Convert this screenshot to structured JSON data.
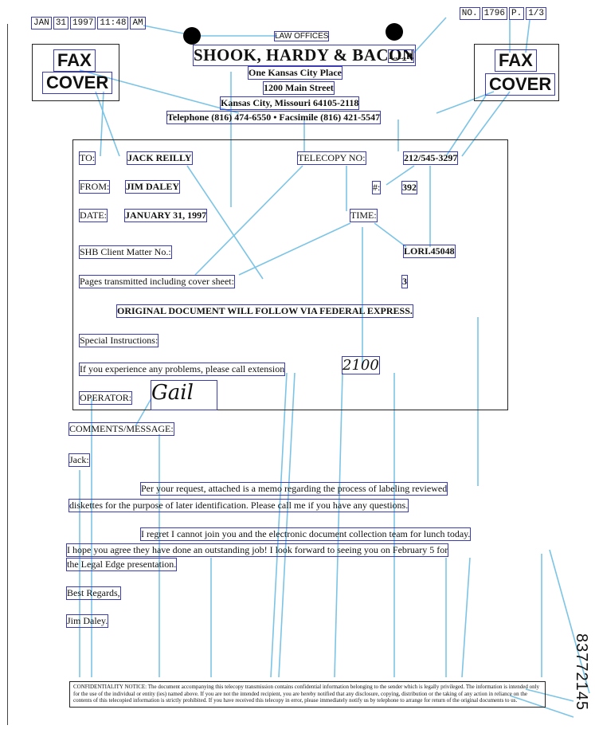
{
  "header": {
    "date": "JAN 31 1997",
    "date_parts": [
      "JAN",
      "31",
      "1997"
    ],
    "time": "11:48",
    "time_suffix": "AM",
    "number_label": "NO.",
    "number": "1796",
    "page_label": "P.",
    "page": "1/3"
  },
  "fax_cover": {
    "word1": "FAX",
    "word2": "COVER"
  },
  "letterhead": {
    "law_offices": "LAW OFFICES",
    "firm": "SHOOK, HARDY & BACON",
    "llp": "L.L.P.",
    "address1": "One Kansas City Place",
    "address2": "1200 Main Street",
    "address3": "Kansas City, Missouri 64105-2118",
    "telephone": "Telephone (816) 474-6550 • Facsimile (816) 421-5547"
  },
  "form": {
    "to_label": "TO:",
    "to_value": "JACK REILLY",
    "telecopy_label": "TELECOPY NO:",
    "telecopy_value": "212/545-3297",
    "from_label": "FROM:",
    "from_value": "JIM DALEY",
    "number_label": "#:",
    "number_value": "392",
    "date_label": "DATE:",
    "date_value": "JANUARY 31, 1997",
    "time_label": "TIME:",
    "client_label": "SHB Client Matter No.:",
    "client_value": "LORI.45048",
    "pages_label": "Pages transmitted including cover sheet:",
    "pages_value": "3",
    "notice": "ORIGINAL DOCUMENT WILL FOLLOW VIA FEDERAL EXPRESS.",
    "special_label": "Special Instructions:",
    "problem_text": "If you experience any problems, please call extension",
    "extension": "2100",
    "operator_label": "OPERATOR:",
    "operator_signature": "Gail"
  },
  "message": {
    "heading": "COMMENTS/MESSAGE:",
    "salutation": "Jack:",
    "para1_line1": "Per your request, attached is a memo regarding the process of labeling reviewed",
    "para1_line2": "diskettes for the purpose of later identification. Please call me if you have any questions.",
    "para2_line1": "I regret I cannot join you and the electronic document collection team for lunch today.",
    "para2_line2": "I hope you agree they have done an outstanding job! I look forward to seeing you on February 5 for",
    "para2_line3": "the Legal Edge presentation.",
    "closing": "Best Regards,",
    "signature": "Jim Daley."
  },
  "confidentiality": "CONFIDENTIALITY NOTICE: The document accompanying this telecopy transmission contains confidential information belonging to the sender which is legally privileged. The information is intended only for the use of the individual or entity (ies) named above. If you are not the intended recipient, you are hereby notified that any disclosure, copying, distribution or the taking of any action in reliance on the contents of this telecopied information is strictly prohibited. If you have received this telecopy in error, please immediately notify us by telephone to arrange for return of the original documents to us.",
  "bates_number": "83772145",
  "colors": {
    "annotation_box": "#3b3bb3",
    "link_line": "#7cc4e6",
    "ink": "#111111"
  }
}
